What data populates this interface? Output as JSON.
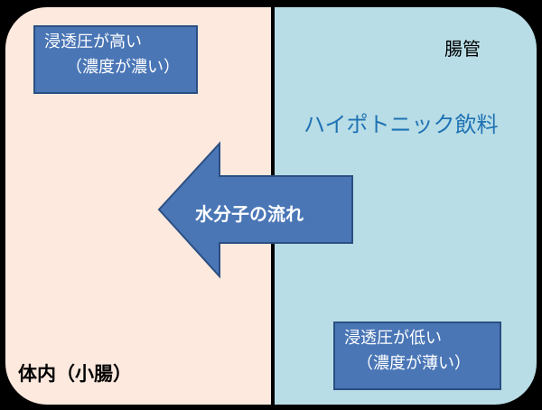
{
  "left_panel": {
    "box_line1": "浸透圧が高い",
    "box_line2": "（濃度が濃い）",
    "label": "体内（小腸）"
  },
  "right_panel": {
    "label_top": "腸管",
    "title": "ハイポトニック飲料",
    "box_line1": "浸透圧が低い",
    "box_line2": "（濃度が薄い）"
  },
  "arrow": {
    "label": "水分子の流れ"
  },
  "colors": {
    "left_bg": "#fde9de",
    "right_bg": "#b8dde6",
    "box_fill": "#4a76b6",
    "title_text": "#1f72b4",
    "background": "#000000"
  }
}
